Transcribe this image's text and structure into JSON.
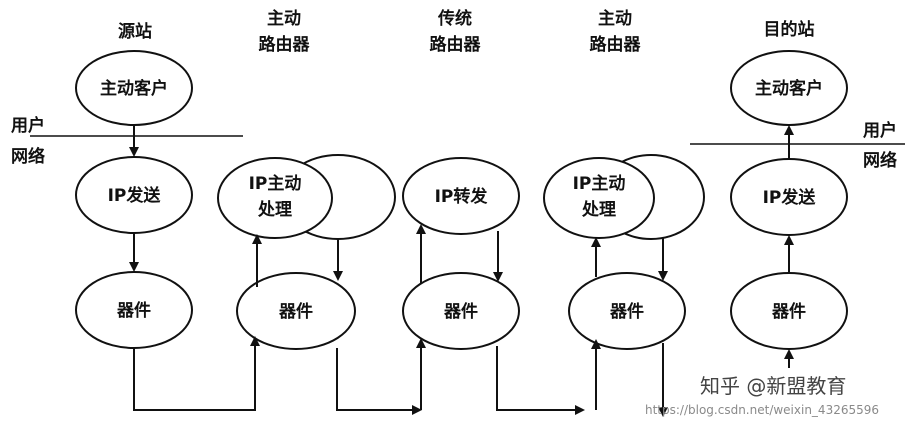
{
  "columns": {
    "source": {
      "header": "源站",
      "app": "主动客户",
      "ip": "IP发送",
      "device": "器件"
    },
    "active_router_1": {
      "header_line1": "主动",
      "header_line2": "路由器",
      "proc_line1": "IP主动",
      "proc_line2": "处理",
      "device": "器件"
    },
    "traditional_router": {
      "header_line1": "传统",
      "header_line2": "路由器",
      "ip": "IP转发",
      "device": "器件"
    },
    "active_router_2": {
      "header_line1": "主动",
      "header_line2": "路由器",
      "proc_line1": "IP主动",
      "proc_line2": "处理",
      "device": "器件"
    },
    "destination": {
      "header": "目的站",
      "app": "主动客户",
      "ip": "IP发送",
      "device": "器件"
    }
  },
  "boundary": {
    "user_label": "用户",
    "network_label": "网络"
  },
  "watermark": {
    "brand": "知乎 @新盟教育",
    "url": "https://blog.csdn.net/weixin_43265596"
  }
}
